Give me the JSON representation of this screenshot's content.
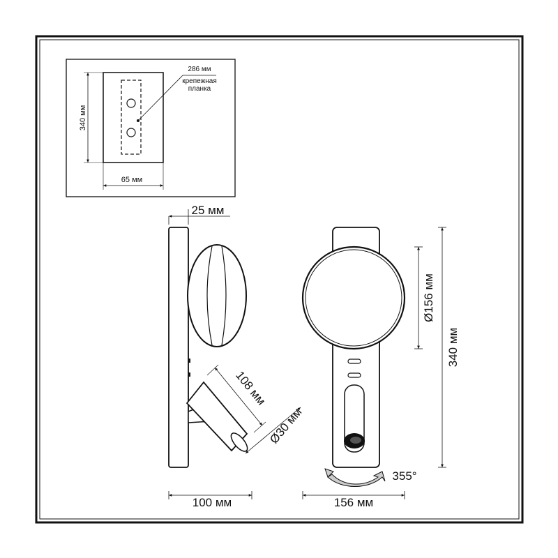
{
  "inset": {
    "height_label": "340 мм",
    "width_label": "65 мм",
    "mount_depth_label": "286 мм",
    "mount_note_line1": "крепежная",
    "mount_note_line2": "планка"
  },
  "side_view": {
    "depth_label": "25 мм",
    "spot_length_label": "108 мм",
    "spot_diameter_label": "Ø30 мм",
    "projection_label": "100 мм"
  },
  "front_view": {
    "disc_diameter_label": "Ø156 мм",
    "total_height_label": "340 мм",
    "width_label": "156 мм",
    "rotation_label": "355°"
  },
  "colors": {
    "line": "#111111",
    "frame": "#111111",
    "dashed": "#222222",
    "fill": "#ffffff",
    "arrow_fill": "#cccccc"
  }
}
